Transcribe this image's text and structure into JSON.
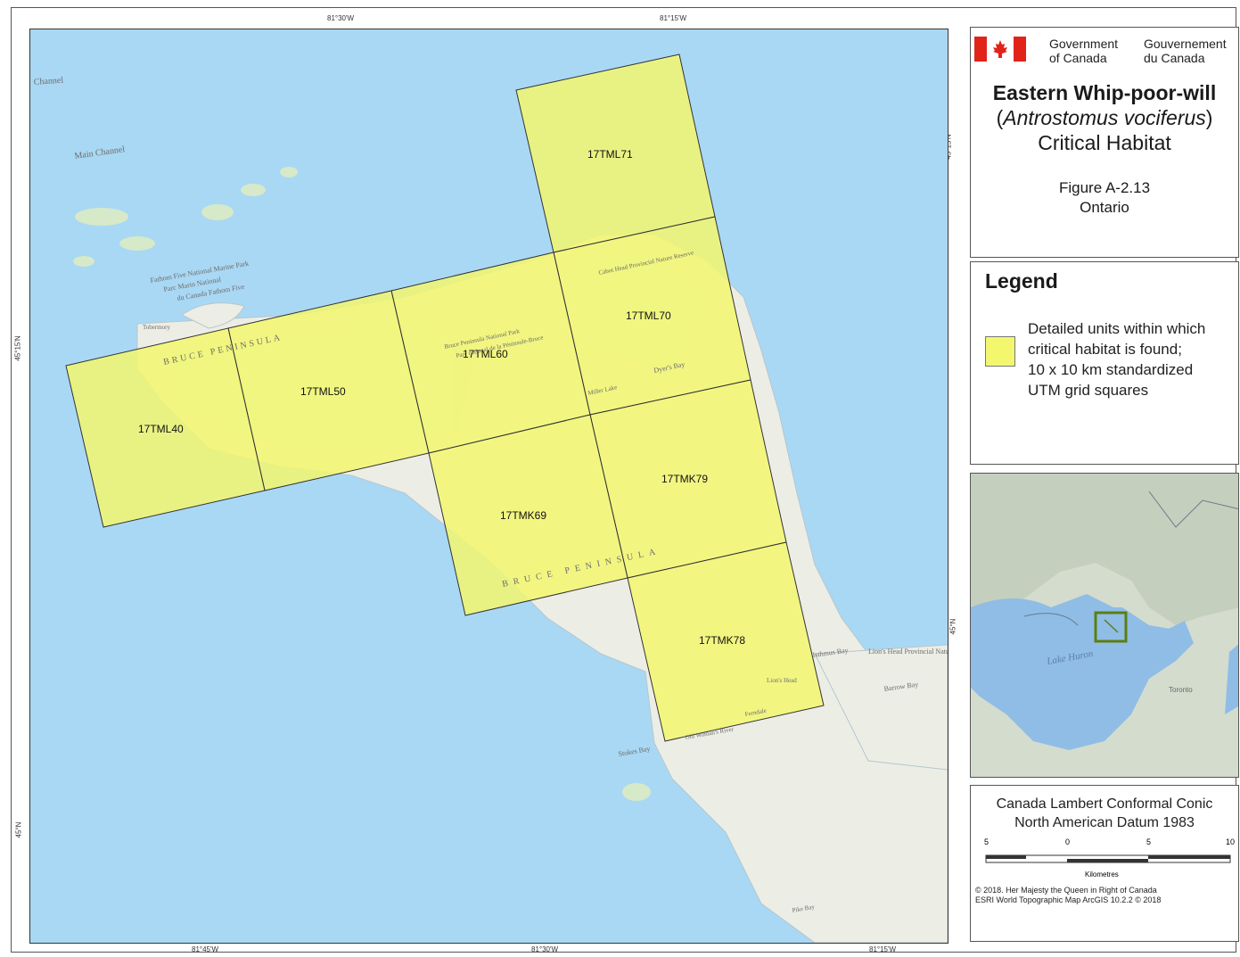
{
  "map": {
    "top_ticks": [
      "81°30'W",
      "81°15'W"
    ],
    "bottom_ticks": [
      "81°45'W",
      "81°30'W",
      "81°15'W"
    ],
    "left_ticks": [
      "45°15'N",
      "45°N"
    ],
    "right_ticks": [
      "45°15'N",
      "45°N"
    ],
    "grid_squares": [
      "17TML71",
      "17TML70",
      "17TML60",
      "17TML50",
      "17TML40",
      "17TMK79",
      "17TMK69",
      "17TMK78"
    ],
    "places": {
      "channel": "Channel",
      "main_channel": "Main Channel",
      "park_en": "Fathom Five National Marine Park",
      "park_fr1": "Parc Marin National",
      "park_fr2": "du Canada Fathom Five",
      "tobermory": "Tobermory",
      "bruce_peninsula_1": "BRUCE PENINSULA",
      "bruce_np": "Bruce Peninsula National Park",
      "bruce_np_fr": "Parc national de la Péninsule-Bruce",
      "cabot_head": "Cabot Head Provincial Nature Reserve",
      "dyers_bay": "Dyer's Bay",
      "lions_head_pnr": "Lion's Head Provincial Nature Reserve",
      "lions_head": "Lion's Head",
      "bruce_peninsula_2": "BRUCE PENINSULA",
      "miller_lake": "Miller Lake",
      "stokes_bay": "Stokes Bay",
      "old_womans_river": "Old Woman's River",
      "ferndale": "Ferndale",
      "barrow_bay": "Barrow Bay",
      "pike_bay": "Pike Bay",
      "isthmus_bay": "Isthmus Bay"
    },
    "colors": {
      "water": "#a9d8f4",
      "land": "#eceee6",
      "habitat": "#f3f76e"
    }
  },
  "header": {
    "gov_en": [
      "Government",
      "of Canada"
    ],
    "gov_fr": [
      "Gouvernement",
      "du Canada"
    ],
    "title": "Eastern Whip-poor-will",
    "scientific_name": "Antrostomus vociferus",
    "subtitle": "Critical Habitat",
    "figure": "Figure A-2.13",
    "region": "Ontario"
  },
  "legend": {
    "title": "Legend",
    "item_lines": [
      "Detailed units within which",
      "critical habitat is found;",
      "10 x 10 km standardized",
      "UTM grid squares"
    ]
  },
  "inset": {
    "lake_label": "Lake Huron",
    "city_label": "Toronto"
  },
  "footer": {
    "projection": "Canada Lambert Conformal Conic",
    "datum": "North American Datum 1983",
    "scale_labels": [
      "5",
      "0",
      "5",
      "10"
    ],
    "scale_unit": "Kilometres",
    "copyright_1": "© 2018. Her Majesty the Queen in Right of Canada",
    "copyright_2": "ESRI World Topographic Map ArcGIS 10.2.2 © 2018"
  }
}
